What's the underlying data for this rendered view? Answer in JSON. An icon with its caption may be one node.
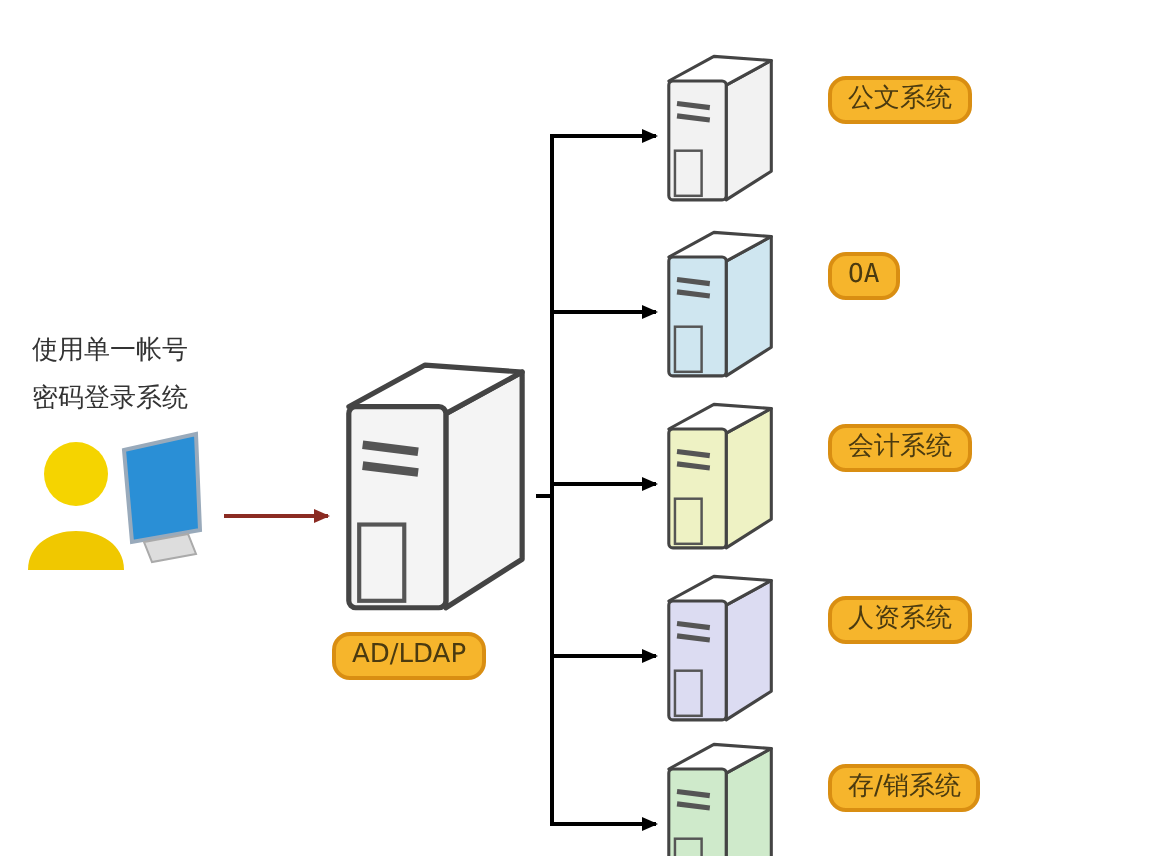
{
  "diagram": {
    "nodes": [
      {
        "text": [
          "使用单一帐号密码登录系统"
        ]
      },
      {
        "text": [
          "AD/LDAP"
        ]
      },
      {
        "text": [
          "公文系统"
        ]
      },
      {
        "text": [
          "OA"
        ]
      },
      {
        "text": [
          "会计系统"
        ]
      },
      {
        "text": [
          "人资系统"
        ]
      },
      {
        "text": [
          "存/销系统"
        ]
      }
    ],
    "edges": [
      {
        "from": 0,
        "to": 1,
        "arrow": "to",
        "color": "#8b2b22"
      },
      {
        "from": 1,
        "to": 2,
        "arrow": "to"
      },
      {
        "from": 1,
        "to": 3,
        "arrow": "to"
      },
      {
        "from": 1,
        "to": 4,
        "arrow": "to"
      },
      {
        "from": 1,
        "to": 5,
        "arrow": "to"
      },
      {
        "from": 1,
        "to": 6,
        "arrow": "to"
      }
    ]
  }
}
